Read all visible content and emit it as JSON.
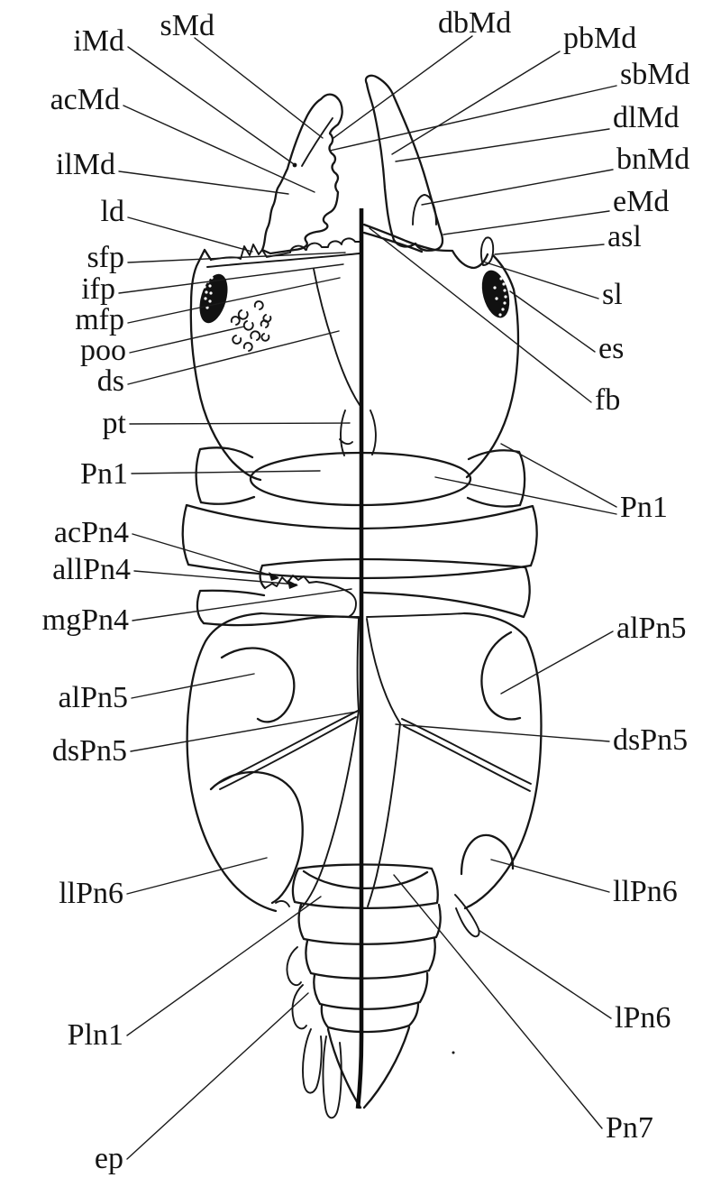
{
  "diagram": {
    "description": "Dorsal-view anatomical line drawing of a larval crustacean, bilaterally divided by a heavy midline; left and right halves carry abbreviation labels with leader lines",
    "ink_color": "#161616",
    "background": "#ffffff",
    "labels_left": [
      "iMd",
      "sMd",
      "acMd",
      "ilMd",
      "ld",
      "sfp",
      "ifp",
      "mfp",
      "poo",
      "ds",
      "pt",
      "Pn1",
      "acPn4",
      "allPn4",
      "mgPn4",
      "alPn5",
      "dsPn5",
      "llPn6",
      "Pln1",
      "ep"
    ],
    "labels_right": [
      "dbMd",
      "pbMd",
      "sbMd",
      "dlMd",
      "bnMd",
      "eMd",
      "asl",
      "sl",
      "es",
      "fb",
      "Pn1",
      "alPn5",
      "dsPn5",
      "llPn6",
      "lPn6",
      "Pn7"
    ]
  }
}
